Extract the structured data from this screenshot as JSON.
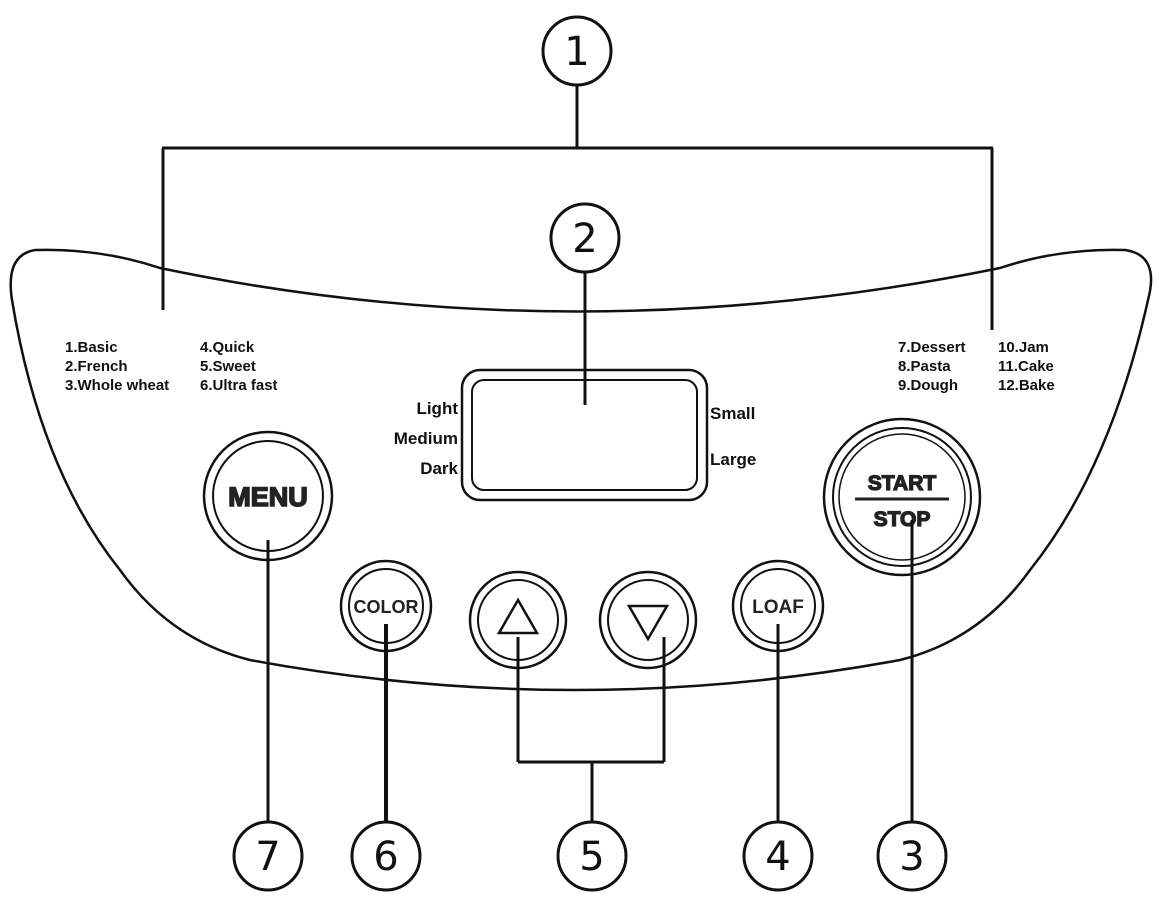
{
  "programs_left": [
    [
      "1.Basic",
      "4.Quick"
    ],
    [
      "2.French",
      "5.Sweet"
    ],
    [
      "3.Whole wheat",
      "6.Ultra fast"
    ]
  ],
  "programs_right": [
    [
      "7.Dessert",
      "10.Jam"
    ],
    [
      "8.Pasta",
      "11.Cake"
    ],
    [
      "9.Dough",
      "12.Bake"
    ]
  ],
  "color_levels": [
    "Light",
    "Medium",
    "Dark"
  ],
  "loaf_sizes": [
    "Small",
    "Large"
  ],
  "buttons": {
    "menu": "MENU",
    "color": "COLOR",
    "loaf": "LOAF",
    "start": "START",
    "stop": "STOP"
  },
  "callouts": [
    "1",
    "2",
    "3",
    "4",
    "5",
    "6",
    "7"
  ]
}
